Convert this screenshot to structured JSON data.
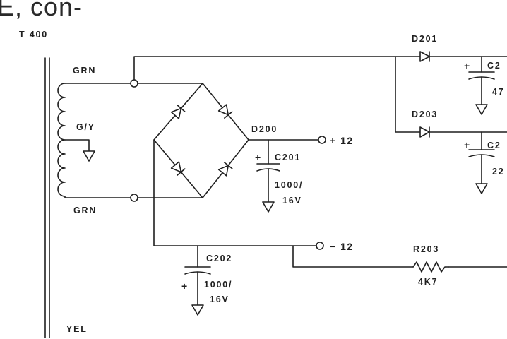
{
  "header_fragment": "E, con-",
  "transformer": {
    "label": "T 400",
    "top_lead": "GRN",
    "center_tap": "G/Y",
    "bottom_lead": "GRN",
    "yellow_lead": "YEL"
  },
  "bridge": {
    "label": "D200"
  },
  "outputs": {
    "positive": "+ 12",
    "negative": "− 12"
  },
  "c201": {
    "name": "C201",
    "polarity": "+",
    "value": "1000/",
    "voltage": "16V"
  },
  "c202": {
    "name": "C202",
    "polarity": "+",
    "value": "1000/",
    "voltage": "16V"
  },
  "d201": {
    "name": "D201"
  },
  "d203": {
    "name": "D203"
  },
  "r203": {
    "name": "R203",
    "value": "4K7"
  },
  "c_top": {
    "name": "C2",
    "polarity": "+",
    "value": "47"
  },
  "c_bottom": {
    "name": "C2",
    "polarity": "+",
    "value": "22"
  }
}
